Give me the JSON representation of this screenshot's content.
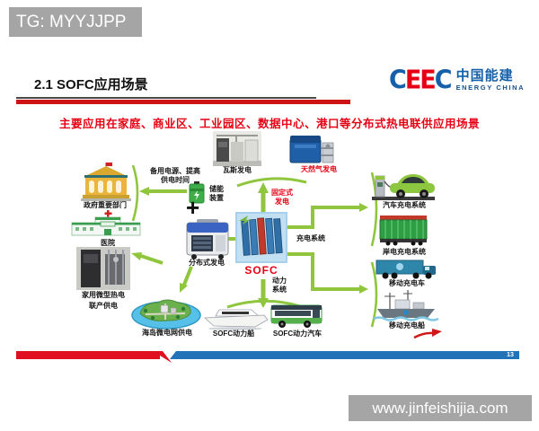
{
  "watermarks": {
    "top_left": "TG: MYYJJPP",
    "bottom_right": "www.jinfeishijia.com"
  },
  "header": {
    "title": "2.1 SOFC应用场景",
    "logo": {
      "letter_1": "C",
      "letter_2": "E",
      "letter_3": "E",
      "letter_4": "C",
      "name_cn": "中国能建",
      "name_en": "ENERGY CHINA"
    }
  },
  "banner": {
    "text": "主要应用在家庭、商业区、工业园区、数据中心、港口等分布式热电联供应用场景"
  },
  "diagram": {
    "top": {
      "gas_power": "瓦斯发电",
      "natural_gas_power": "天然气发电"
    },
    "center": {
      "sofc": "SOFC",
      "fixed_generation": "固定式发电",
      "charging_system": "充电系统",
      "power_system": "动力系统",
      "storage_device": "储能装置",
      "plus_sign": "+",
      "distributed_generation": "分布式发电"
    },
    "left": {
      "government": "政府重要部门",
      "hospital": "医院",
      "backup_line1": "备用电源、提高",
      "backup_line2": "供电时间",
      "home_chp_line1": "家用微型热电",
      "home_chp_line2": "联产供电",
      "island_microgrid": "海岛微电网供电"
    },
    "right": {
      "car_charging": "汽车充电系统",
      "shore_charging": "岸电充电系统",
      "mobile_truck": "移动充电车",
      "mobile_ship": "移动充电船"
    },
    "bottom": {
      "sofc_boat": "SOFC动力船",
      "sofc_bus": "SOFC动力汽车"
    }
  },
  "footer": {
    "page_number": "13"
  },
  "colors": {
    "accent_red": "#e60013",
    "bar_red": "#e01020",
    "bar_blue": "#2272b8",
    "arrow_green": "#8fc63e",
    "logo_blue": "#1560a8",
    "watermark_gray": "#a5a5a5"
  }
}
